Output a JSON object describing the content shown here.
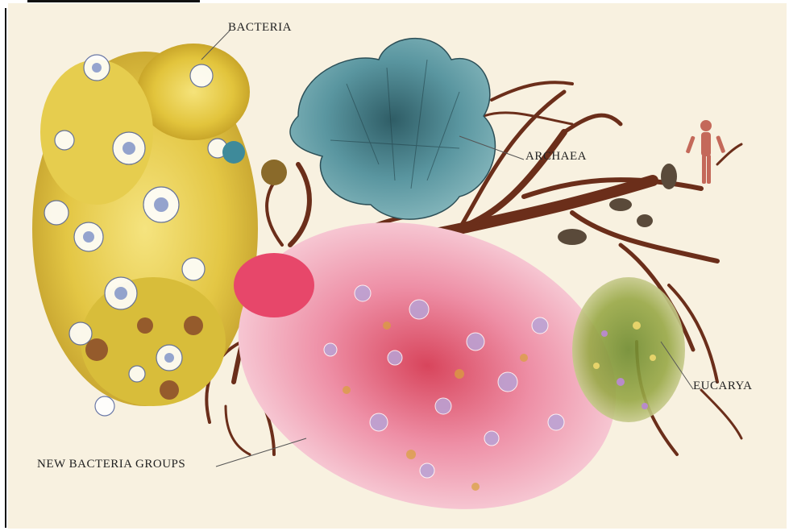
{
  "labels": {
    "bacteria": "BACTERIA",
    "archaea": "ARCHAEA",
    "eucarya": "EUCARYA",
    "new_bacteria_groups": "NEW BACTERIA GROUPS"
  },
  "colors": {
    "background": "#f8f1e0",
    "branch": "#6b2e1a",
    "bacteria_yellow": "#e8d24a",
    "archaea_teal": "#4f8a93",
    "new_groups_pink": "#e98aa3",
    "eucarya_green": "#7a8b3a"
  }
}
